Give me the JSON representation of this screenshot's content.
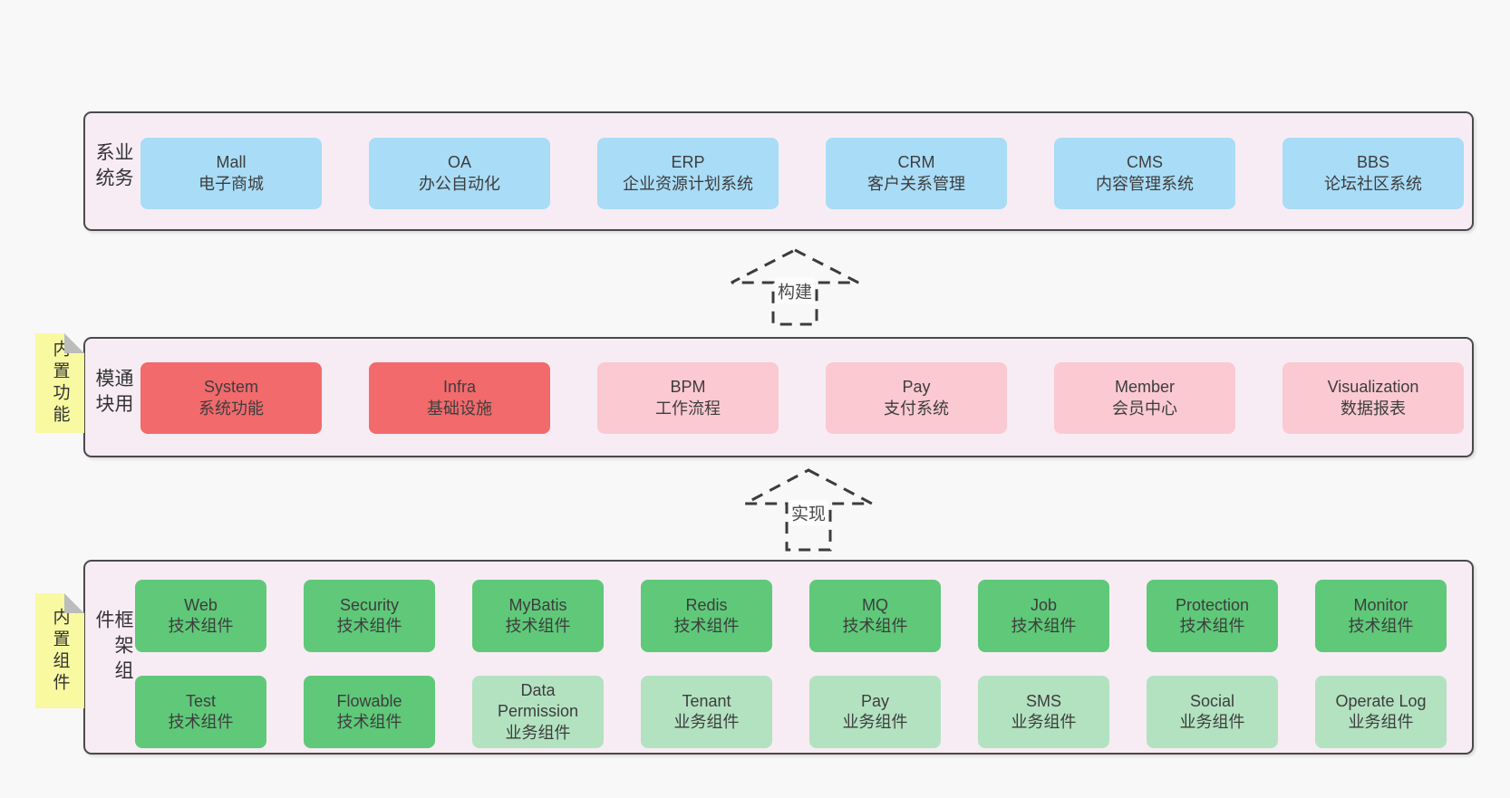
{
  "colors": {
    "page_background": "#f8f8f8",
    "layer_fill": "#f7ecf4",
    "layer_border": "#4a4a4a",
    "blue_box": "#a9dcf6",
    "red_box": "#f26a6c",
    "pink_box": "#fbc9d2",
    "green_box": "#5fc979",
    "light_green_box": "#b3e2c1",
    "sticky_note": "#f9f9a2",
    "arrow_stroke": "#3c3c3c"
  },
  "arrows": [
    {
      "label": "构建"
    },
    {
      "label": "实现"
    }
  ],
  "layers": {
    "business": {
      "label": "业务系统",
      "boxes": [
        {
          "title": "Mall",
          "subtitle": "电子商城"
        },
        {
          "title": "OA",
          "subtitle": "办公自动化"
        },
        {
          "title": "ERP",
          "subtitle": "企业资源计划系统"
        },
        {
          "title": "CRM",
          "subtitle": "客户关系管理"
        },
        {
          "title": "CMS",
          "subtitle": "内容管理系统"
        },
        {
          "title": "BBS",
          "subtitle": "论坛社区系统"
        }
      ]
    },
    "modules": {
      "label": "通用模块",
      "note": "内置功能",
      "boxes": [
        {
          "title": "System",
          "subtitle": "系统功能"
        },
        {
          "title": "Infra",
          "subtitle": "基础设施"
        },
        {
          "title": "BPM",
          "subtitle": "工作流程"
        },
        {
          "title": "Pay",
          "subtitle": "支付系统"
        },
        {
          "title": "Member",
          "subtitle": "会员中心"
        },
        {
          "title": "Visualization",
          "subtitle": "数据报表"
        }
      ]
    },
    "components": {
      "label": "框架组件",
      "note": "内置组件",
      "row1": [
        {
          "title": "Web",
          "subtitle": "技术组件"
        },
        {
          "title": "Security",
          "subtitle": "技术组件"
        },
        {
          "title": "MyBatis",
          "subtitle": "技术组件"
        },
        {
          "title": "Redis",
          "subtitle": "技术组件"
        },
        {
          "title": "MQ",
          "subtitle": "技术组件"
        },
        {
          "title": "Job",
          "subtitle": "技术组件"
        },
        {
          "title": "Protection",
          "subtitle": "技术组件"
        },
        {
          "title": "Monitor",
          "subtitle": "技术组件"
        }
      ],
      "row2": [
        {
          "title": "Test",
          "subtitle": "技术组件"
        },
        {
          "title": "Flowable",
          "subtitle": "技术组件"
        },
        {
          "title": "Data\nPermission",
          "subtitle": "业务组件"
        },
        {
          "title": "Tenant",
          "subtitle": "业务组件"
        },
        {
          "title": "Pay",
          "subtitle": "业务组件"
        },
        {
          "title": "SMS",
          "subtitle": "业务组件"
        },
        {
          "title": "Social",
          "subtitle": "业务组件"
        },
        {
          "title": "Operate Log",
          "subtitle": "业务组件"
        }
      ]
    }
  }
}
